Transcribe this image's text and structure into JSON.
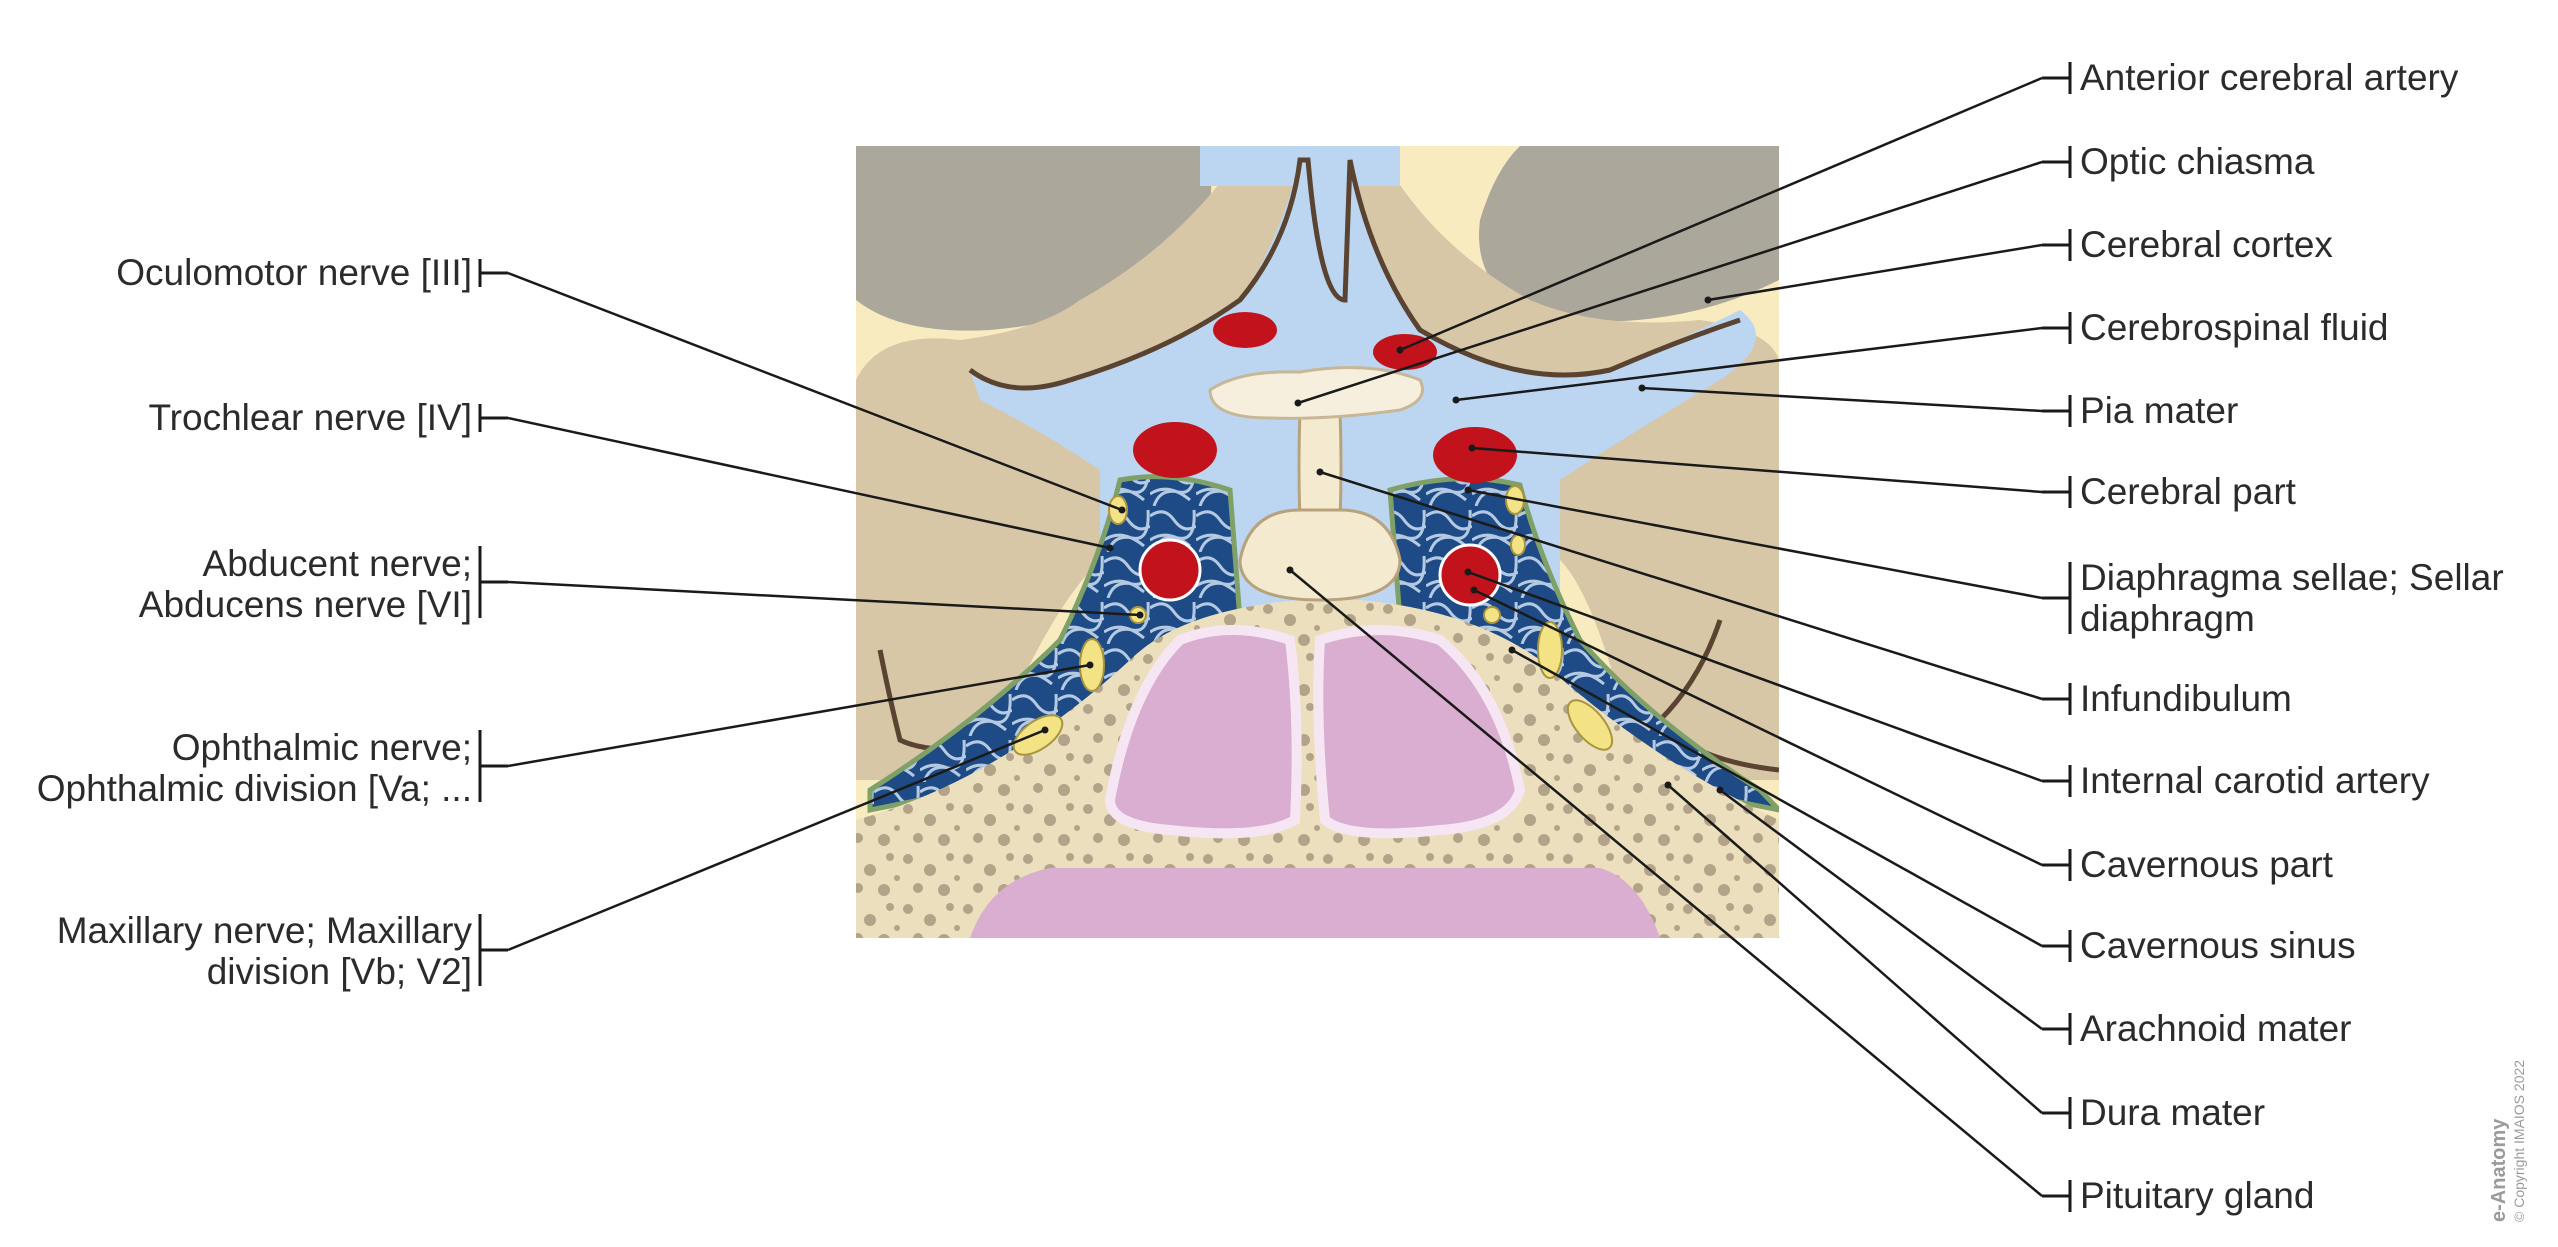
{
  "left_labels": [
    {
      "line1": "Oculomotor nerve [III]",
      "line2": ""
    },
    {
      "line1": "Trochlear nerve [IV]",
      "line2": ""
    },
    {
      "line1": "Abducent nerve;",
      "line2": "Abducens nerve [VI]"
    },
    {
      "line1": "Ophthalmic nerve;",
      "line2": "Ophthalmic division [Va; ..."
    },
    {
      "line1": "Maxillary nerve; Maxillary",
      "line2": "division [Vb; V2]"
    }
  ],
  "right_labels": [
    {
      "line1": "Anterior cerebral artery",
      "line2": ""
    },
    {
      "line1": "Optic chiasma",
      "line2": ""
    },
    {
      "line1": "Cerebral cortex",
      "line2": ""
    },
    {
      "line1": "Cerebrospinal fluid",
      "line2": ""
    },
    {
      "line1": "Pia mater",
      "line2": ""
    },
    {
      "line1": "Cerebral part",
      "line2": ""
    },
    {
      "line1": "Diaphragma sellae; Sellar",
      "line2": "diaphragm"
    },
    {
      "line1": "Infundibulum",
      "line2": ""
    },
    {
      "line1": "Internal carotid artery",
      "line2": ""
    },
    {
      "line1": "Cavernous part",
      "line2": ""
    },
    {
      "line1": "Cavernous sinus",
      "line2": ""
    },
    {
      "line1": "Arachnoid mater",
      "line2": ""
    },
    {
      "line1": "Dura mater",
      "line2": ""
    },
    {
      "line1": "Pituitary gland",
      "line2": ""
    }
  ],
  "watermark": {
    "brand": "e-Anatomy",
    "copyright": "© Copyright IMAIOS 2022"
  },
  "colors": {
    "brain_white": "#f8ebc0",
    "cortex_gray": "#aba79b",
    "csf": "#bcd6f2",
    "sinus_blue": "#1e4b86",
    "artery_red": "#c2121b",
    "nerve_yellow": "#f4e384",
    "pituitary": "#f3ead0",
    "sphenoid_sinus": "#d9aed1",
    "bone": "#ebdfbd",
    "leader_line": "#1a1a1a"
  }
}
